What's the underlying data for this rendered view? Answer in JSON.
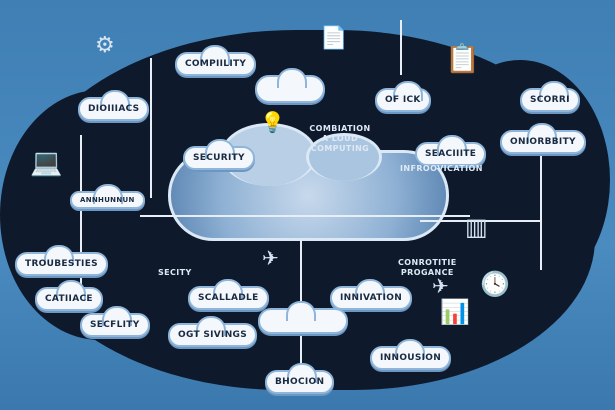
{
  "illustration": {
    "title_text": [
      "COMBIATION",
      "A LOUD",
      "COMPUTING"
    ],
    "labels": {
      "compiility": "COMPIILITY",
      "of_ick": "OF ICK",
      "scorri": "SCORRI",
      "dioiiiacs": "DIOIIIACS",
      "security_top": "SECURITY",
      "seaciiite": "SEACIIITE",
      "oniorbbity": "ONIORBBITY",
      "infroovication": "INFROOVICATION",
      "annhunnun": "ANNHUNNUN",
      "troubesties": "TROUBESTIES",
      "secity": "SECITY",
      "catiiace": "CATIIACE",
      "scalladle": "SCALLADLE",
      "innivation": "INNIVATION",
      "conrotitie": "CONROTITIE",
      "progance": "PROGANCE",
      "secflity": "SECFLITY",
      "ogt_sivings": "OGT SIVINGS",
      "innousion": "INNOUSION",
      "bhocion": "BHOCION"
    },
    "colors": {
      "background": "#4a8bc0",
      "dark": "#0e1a2c",
      "cloud": "#f4f8fc"
    },
    "icons": [
      "gear-icon",
      "lightbulb-icon",
      "laptop-icon",
      "bar-chart-icon",
      "airplane-icon",
      "clock-icon",
      "server-icon",
      "document-icon"
    ]
  }
}
